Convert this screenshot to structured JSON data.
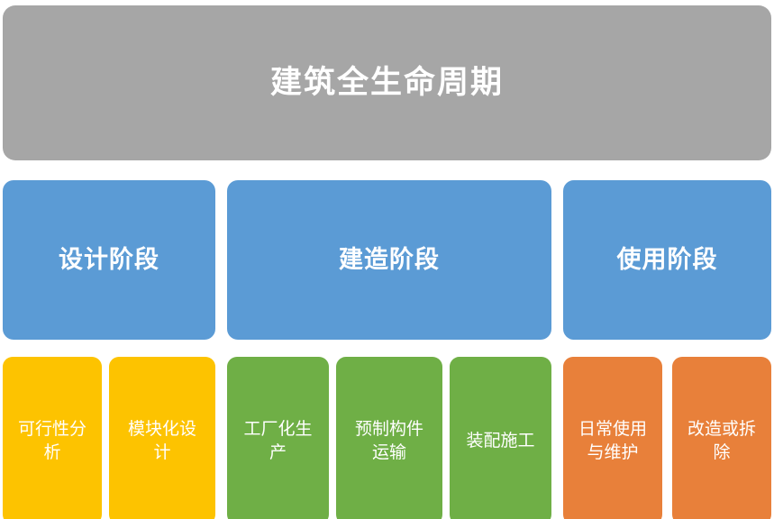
{
  "diagram": {
    "type": "hierarchy-tree",
    "title": "建筑全生命周期",
    "palette": {
      "root": "#a6a6a6",
      "phase": "#5b9bd5",
      "design_leaf": "#fdc300",
      "construction_leaf": "#6faf46",
      "use_leaf": "#e8803a",
      "label_text": "#ffffff",
      "background": "#ffffff"
    },
    "root": {
      "label": "建筑全生命周期"
    },
    "phases": [
      {
        "id": "design",
        "label": "设计阶段",
        "leaf_color_key": "design_leaf",
        "leaves": [
          {
            "id": "feasibility-analysis",
            "label": "可行性分析"
          },
          {
            "id": "modular-design",
            "label": "模块化设计"
          }
        ]
      },
      {
        "id": "construction",
        "label": "建造阶段",
        "leaf_color_key": "construction_leaf",
        "leaves": [
          {
            "id": "factory-production",
            "label": "工厂化生产"
          },
          {
            "id": "prefab-transport",
            "label": "预制构件运输"
          },
          {
            "id": "assembly-construction",
            "label": "装配施工"
          }
        ]
      },
      {
        "id": "use",
        "label": "使用阶段",
        "leaf_color_key": "use_leaf",
        "leaves": [
          {
            "id": "daily-use-maintenance",
            "label": "日常使用与维护"
          },
          {
            "id": "renovation-demolition",
            "label": "改造或拆除"
          }
        ]
      }
    ]
  }
}
